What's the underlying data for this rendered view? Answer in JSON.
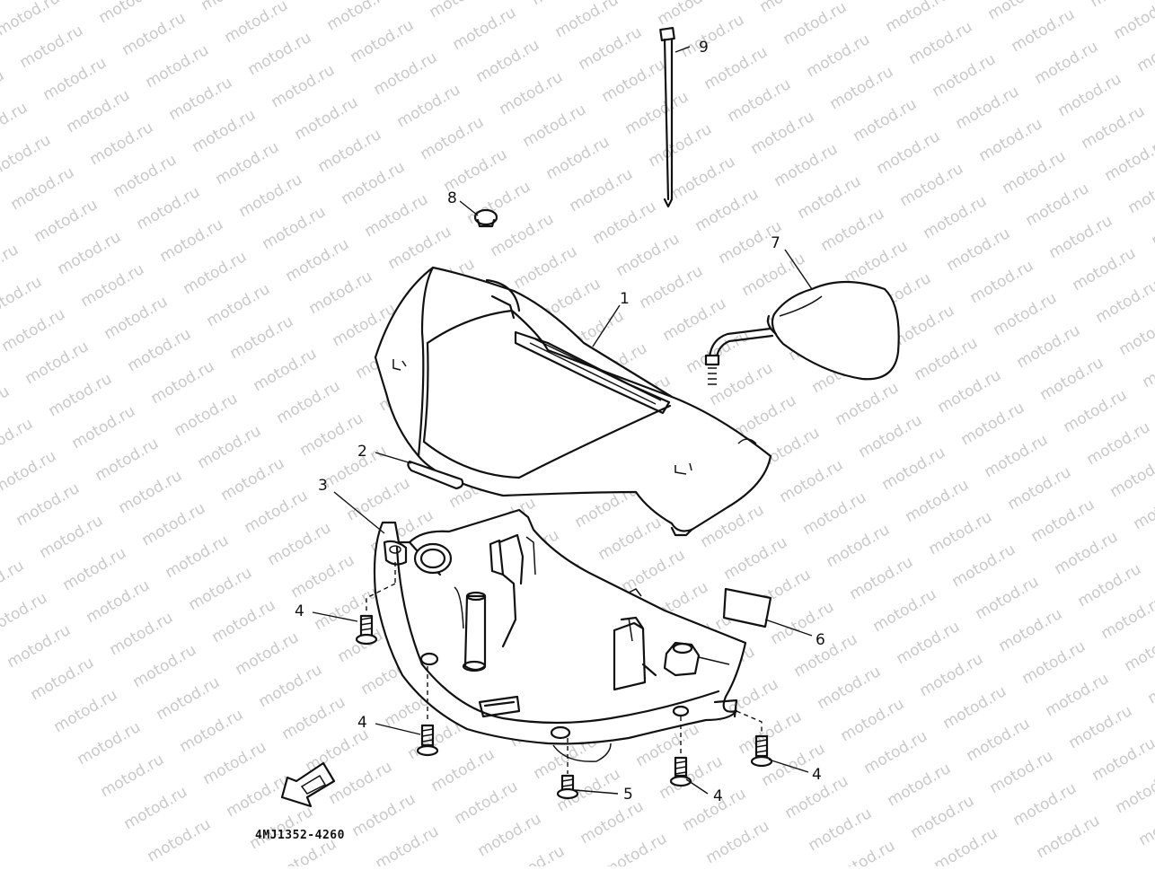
{
  "diagram": {
    "watermark": "motod.ru",
    "part_code": "4MJ1352-4260",
    "callouts": [
      {
        "id": "callout-1",
        "label": "1"
      },
      {
        "id": "callout-2",
        "label": "2"
      },
      {
        "id": "callout-3",
        "label": "3"
      },
      {
        "id": "callout-4a",
        "label": "4"
      },
      {
        "id": "callout-4b",
        "label": "4"
      },
      {
        "id": "callout-4c",
        "label": "4"
      },
      {
        "id": "callout-4d",
        "label": "4"
      },
      {
        "id": "callout-5",
        "label": "5"
      },
      {
        "id": "callout-6",
        "label": "6"
      },
      {
        "id": "callout-7",
        "label": "7"
      },
      {
        "id": "callout-8",
        "label": "8"
      },
      {
        "id": "callout-9",
        "label": "9"
      }
    ]
  }
}
